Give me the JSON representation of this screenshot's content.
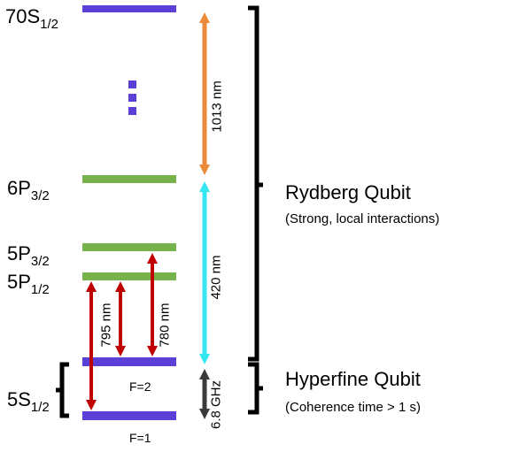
{
  "levels": {
    "rydberg": {
      "main": "70S",
      "sub": "1/2"
    },
    "p6": {
      "main": "6P",
      "sub": "3/2"
    },
    "p5_32": {
      "main": "5P",
      "sub": "3/2"
    },
    "p5_12": {
      "main": "5P",
      "sub": "1/2"
    },
    "s5": {
      "main": "5S",
      "sub": "1/2"
    }
  },
  "hyperfine_labels": {
    "f2": "F=2",
    "f1": "F=1"
  },
  "transitions": {
    "t1013": "1013 nm",
    "t420": "420 nm",
    "t795": "795 nm",
    "t780": "780 nm",
    "hyperfine": "6.8 GHz"
  },
  "annotations": {
    "rydberg_title": "Rydberg Qubit",
    "rydberg_note": "(Strong, local interactions)",
    "hyperfine_title": "Hyperfine Qubit",
    "hyperfine_note": "(Coherence time > 1 s)"
  },
  "colors": {
    "s_level": "#5b3fd6",
    "p_level": "#77b24a",
    "arrow_1013": "#ea8a3a",
    "arrow_420": "#35e6f0",
    "arrow_red": "#c00000",
    "arrow_ghz": "#3a3a3a"
  }
}
